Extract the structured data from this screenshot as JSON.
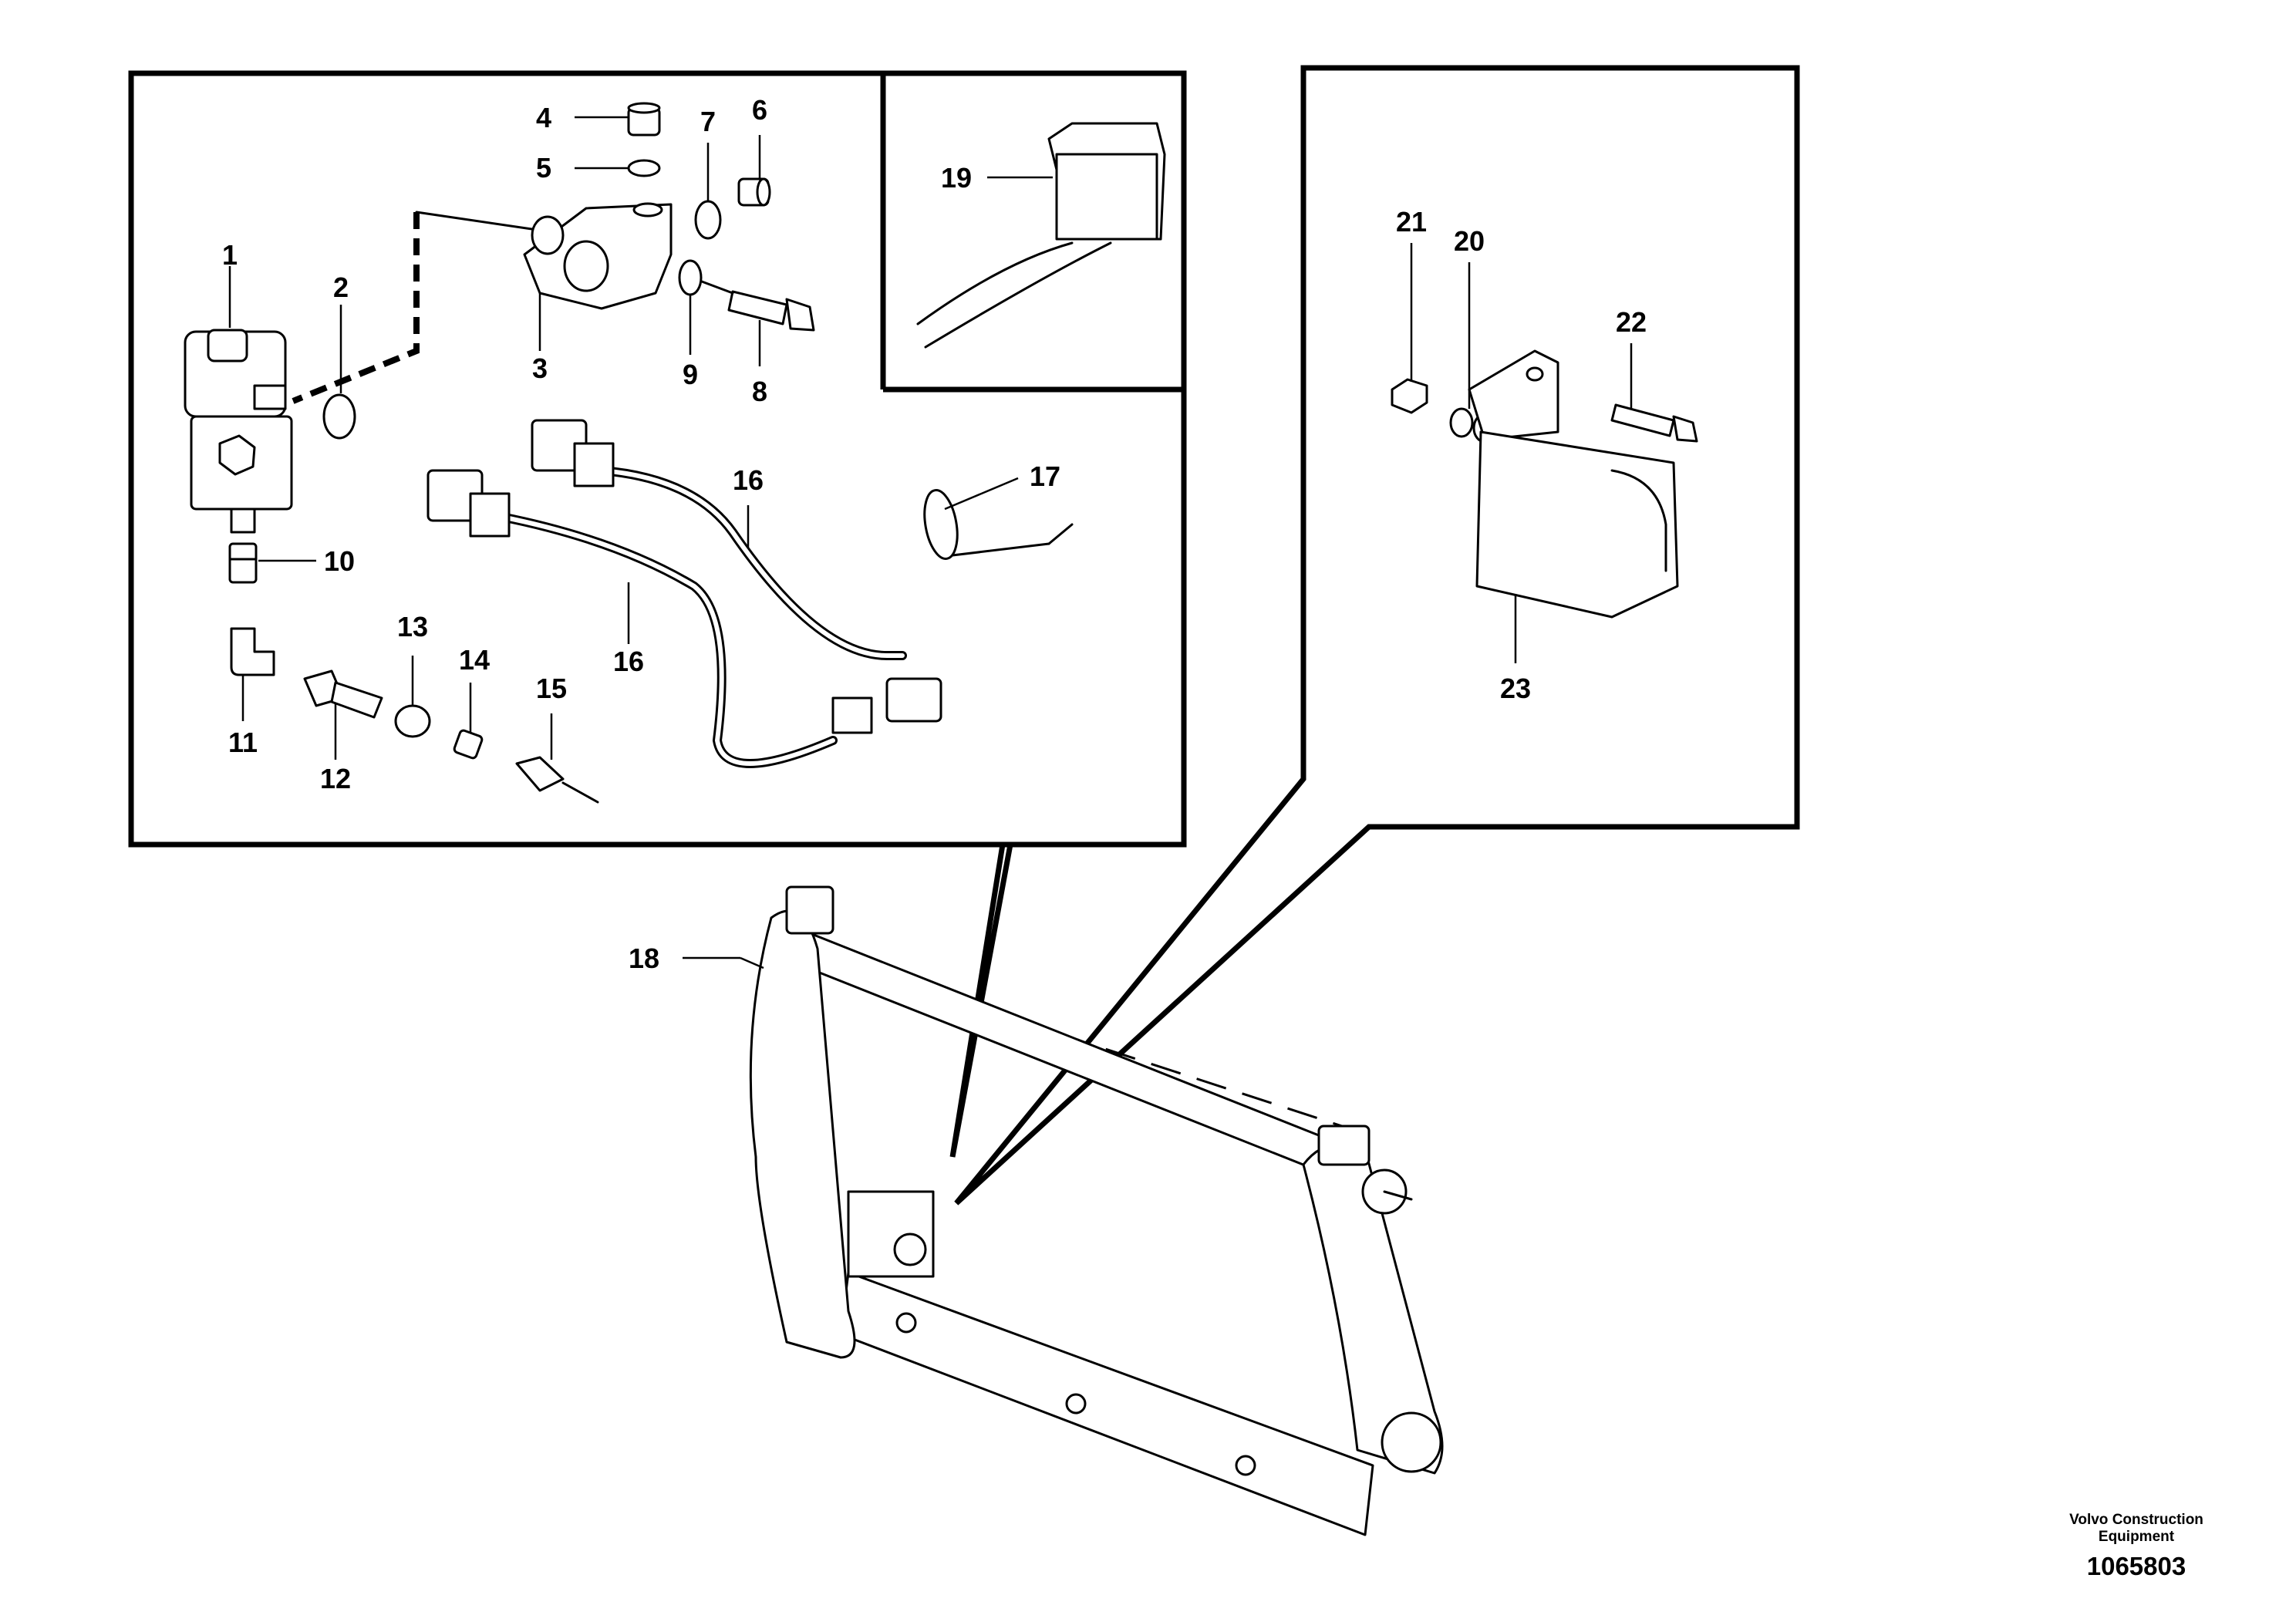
{
  "figure": {
    "callouts": [
      "1",
      "2",
      "3",
      "4",
      "5",
      "6",
      "7",
      "8",
      "9",
      "10",
      "11",
      "12",
      "13",
      "14",
      "15",
      "16",
      "16",
      "17",
      "18",
      "19",
      "20",
      "21",
      "22",
      "23"
    ],
    "manufacturer_line1": "Volvo Construction",
    "manufacturer_line2": "Equipment",
    "drawing_number": "1065803"
  }
}
